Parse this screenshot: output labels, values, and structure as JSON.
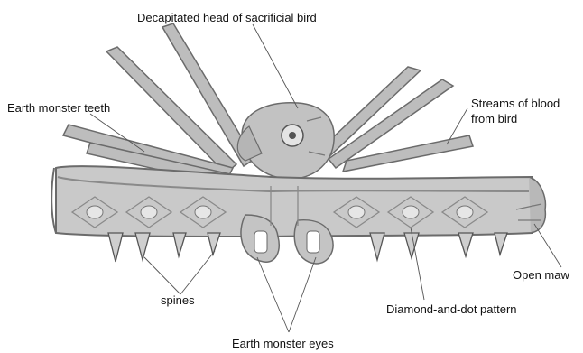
{
  "diagram": {
    "labels": {
      "head": "Decapitated head of sacrificial bird",
      "teeth": "Earth monster teeth",
      "blood_line1": "Streams of blood",
      "blood_line2": "from bird",
      "maw": "Open maw",
      "spines": "spines",
      "pattern": "Diamond-and-dot pattern",
      "eyes": "Earth monster eyes"
    },
    "colors": {
      "body_fill": "#c9c9c9",
      "body_stroke": "#6b6b6b",
      "beam_fill": "#bdbdbd",
      "pattern_stroke": "#8a8a8a",
      "leader_line": "#555555"
    }
  }
}
